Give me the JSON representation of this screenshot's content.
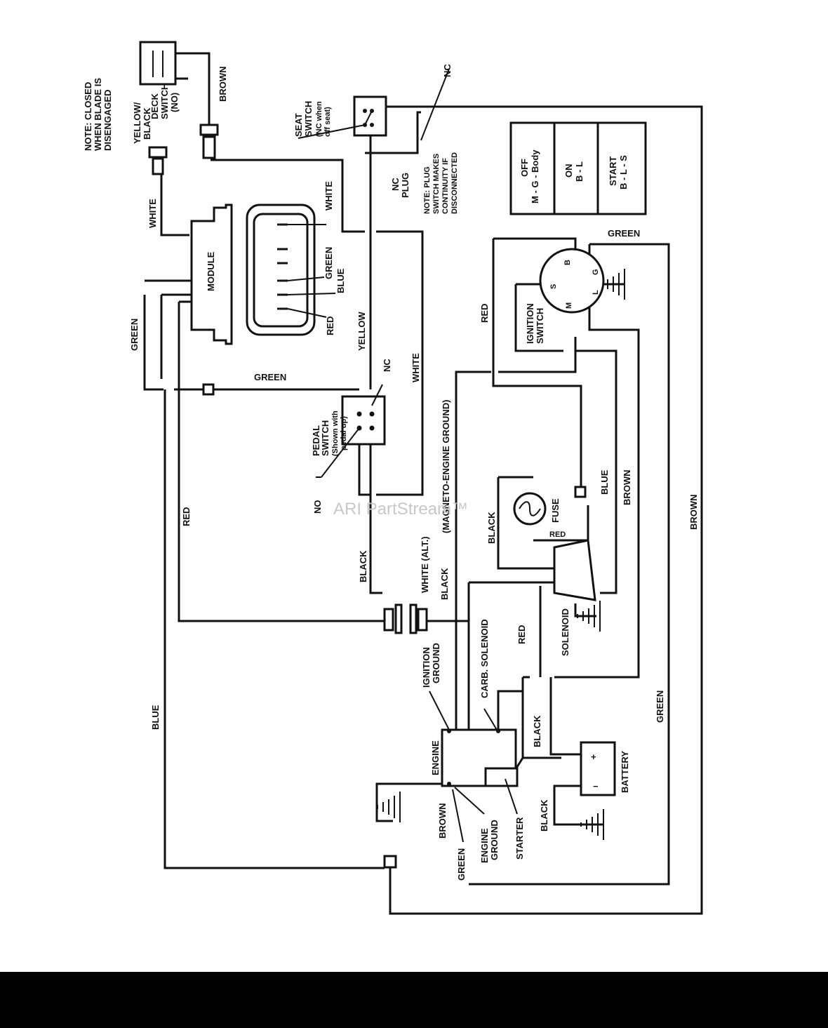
{
  "watermark": "ARI PartStream™",
  "notes": {
    "blade": [
      "NOTE: CLOSED",
      "WHEN BLADE IS",
      "DISENGAGED"
    ],
    "seat_switch": [
      "SEAT",
      "SWITCH",
      "(NC when",
      "off seat)"
    ],
    "plug": [
      "NOTE: PLUG",
      "SWITCH MAKES",
      "CONTINUITY IF",
      "DISCONNECTED"
    ]
  },
  "components": {
    "deck_switch": [
      "DECK",
      "SWITCH",
      "(NO)"
    ],
    "module": "MODULE",
    "nc_plug": [
      "NC",
      "PLUG"
    ],
    "pedal_switch": [
      "PEDAL",
      "SWITCH",
      "(Shown with",
      "pedal up)"
    ],
    "ignition_switch": [
      "IGNITION",
      "SWITCH"
    ],
    "fuse": "FUSE",
    "solenoid": "SOLENOID",
    "carb_solenoid": "CARB. SOLENOID",
    "ignition_ground": [
      "IGNITION",
      "GROUND"
    ],
    "engine": "ENGINE",
    "engine_ground": [
      "ENGINE",
      "GROUND"
    ],
    "starter": "STARTER",
    "battery": "BATTERY",
    "nc_seat": "NC",
    "nc_pedal": "NC",
    "no_pedal": "NO"
  },
  "ignition_terminals": [
    "B",
    "G",
    "L",
    "M",
    "S"
  ],
  "switch_table": [
    {
      "state": "OFF",
      "connection": "M - G - Body"
    },
    {
      "state": "ON",
      "connection": "B - L"
    },
    {
      "state": "START",
      "connection": "B - L - S"
    }
  ],
  "wires": {
    "yellow_black": [
      "YELLOW/",
      "BLACK"
    ],
    "brown_deck": "BROWN",
    "white_module": "WHITE",
    "white_conn": "WHITE",
    "green_conn": "GREEN",
    "blue_conn": "BLUE",
    "red_conn": "RED",
    "green_left": "GREEN",
    "green_pedal": "GREEN",
    "yellow": "YELLOW",
    "white_right": "WHITE",
    "red_left": "RED",
    "blue_left": "BLUE",
    "black_left": "BLACK",
    "white_alt": "WHITE (ALT.)",
    "black_alt": "BLACK",
    "magneto": "(MAGNETO-ENGINE GROUND)",
    "red_ign": "RED",
    "green_ign": "GREEN",
    "blue_fuse": "BLUE",
    "brown_fuse": "BROWN",
    "black_fuse": "BLACK",
    "red_fuse": "RED",
    "red_sol": "RED",
    "black_batt": "BLACK",
    "black_gnd": "BLACK",
    "brown_right": "BROWN",
    "green_right": "GREEN",
    "brown_engine": "BROWN",
    "green_engine": "GREEN"
  }
}
